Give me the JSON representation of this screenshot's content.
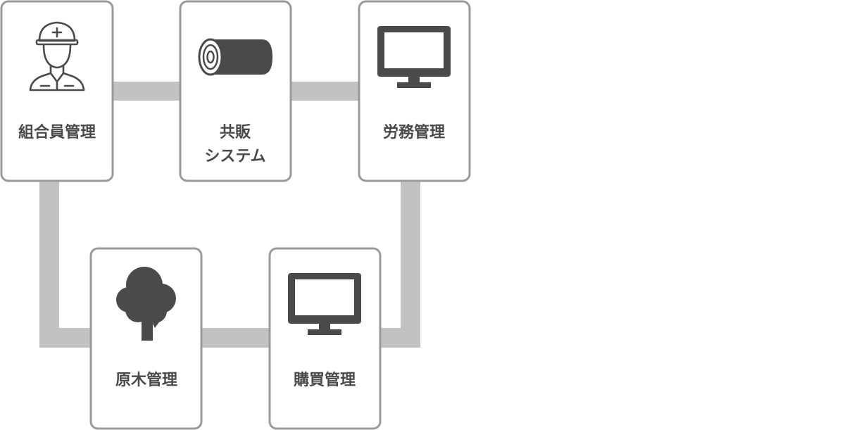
{
  "nodes": {
    "member": {
      "label": "組合員管理",
      "icon": "construction-worker-icon"
    },
    "sales": {
      "label_line1": "共販",
      "label_line2": "システム",
      "icon": "log-icon"
    },
    "labor": {
      "label": "労務管理",
      "icon": "monitor-icon"
    },
    "timber": {
      "label": "原木管理",
      "icon": "tree-icon"
    },
    "purchase": {
      "label": "購買管理",
      "icon": "monitor-icon"
    }
  },
  "colors": {
    "connector": "#c2c2c2",
    "border": "#9a9a9a",
    "icon": "#4a4a4a",
    "text": "#4a4a4a"
  }
}
